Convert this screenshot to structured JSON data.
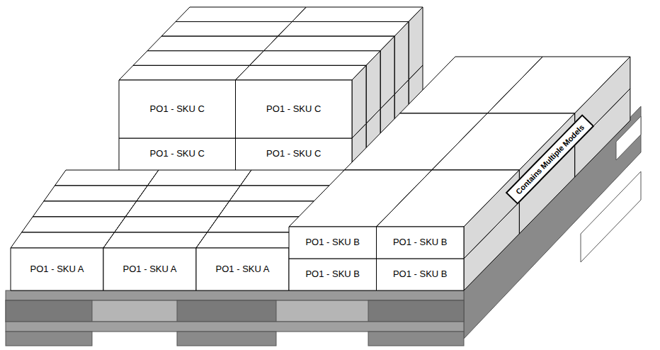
{
  "diagram": {
    "nodes": [
      {
        "text": [
          "PO1 - SKU C"
        ]
      },
      {
        "text": [
          "PO1 - SKU C"
        ]
      },
      {
        "text": [
          "PO1 - SKU C"
        ]
      },
      {
        "text": [
          "PO1 - SKU C"
        ]
      },
      {
        "text": [
          "Contains Multiple Models"
        ]
      },
      {
        "text": [
          "PO1 - SKU B"
        ]
      },
      {
        "text": [
          "PO1 - SKU B"
        ]
      },
      {
        "text": [
          "PO1 - SKU A"
        ]
      },
      {
        "text": [
          "PO1 - SKU A"
        ]
      },
      {
        "text": [
          "PO1 - SKU A"
        ]
      },
      {
        "text": [
          "PO1 - SKU B"
        ]
      },
      {
        "text": [
          "PO1 - SKU B"
        ]
      }
    ]
  }
}
